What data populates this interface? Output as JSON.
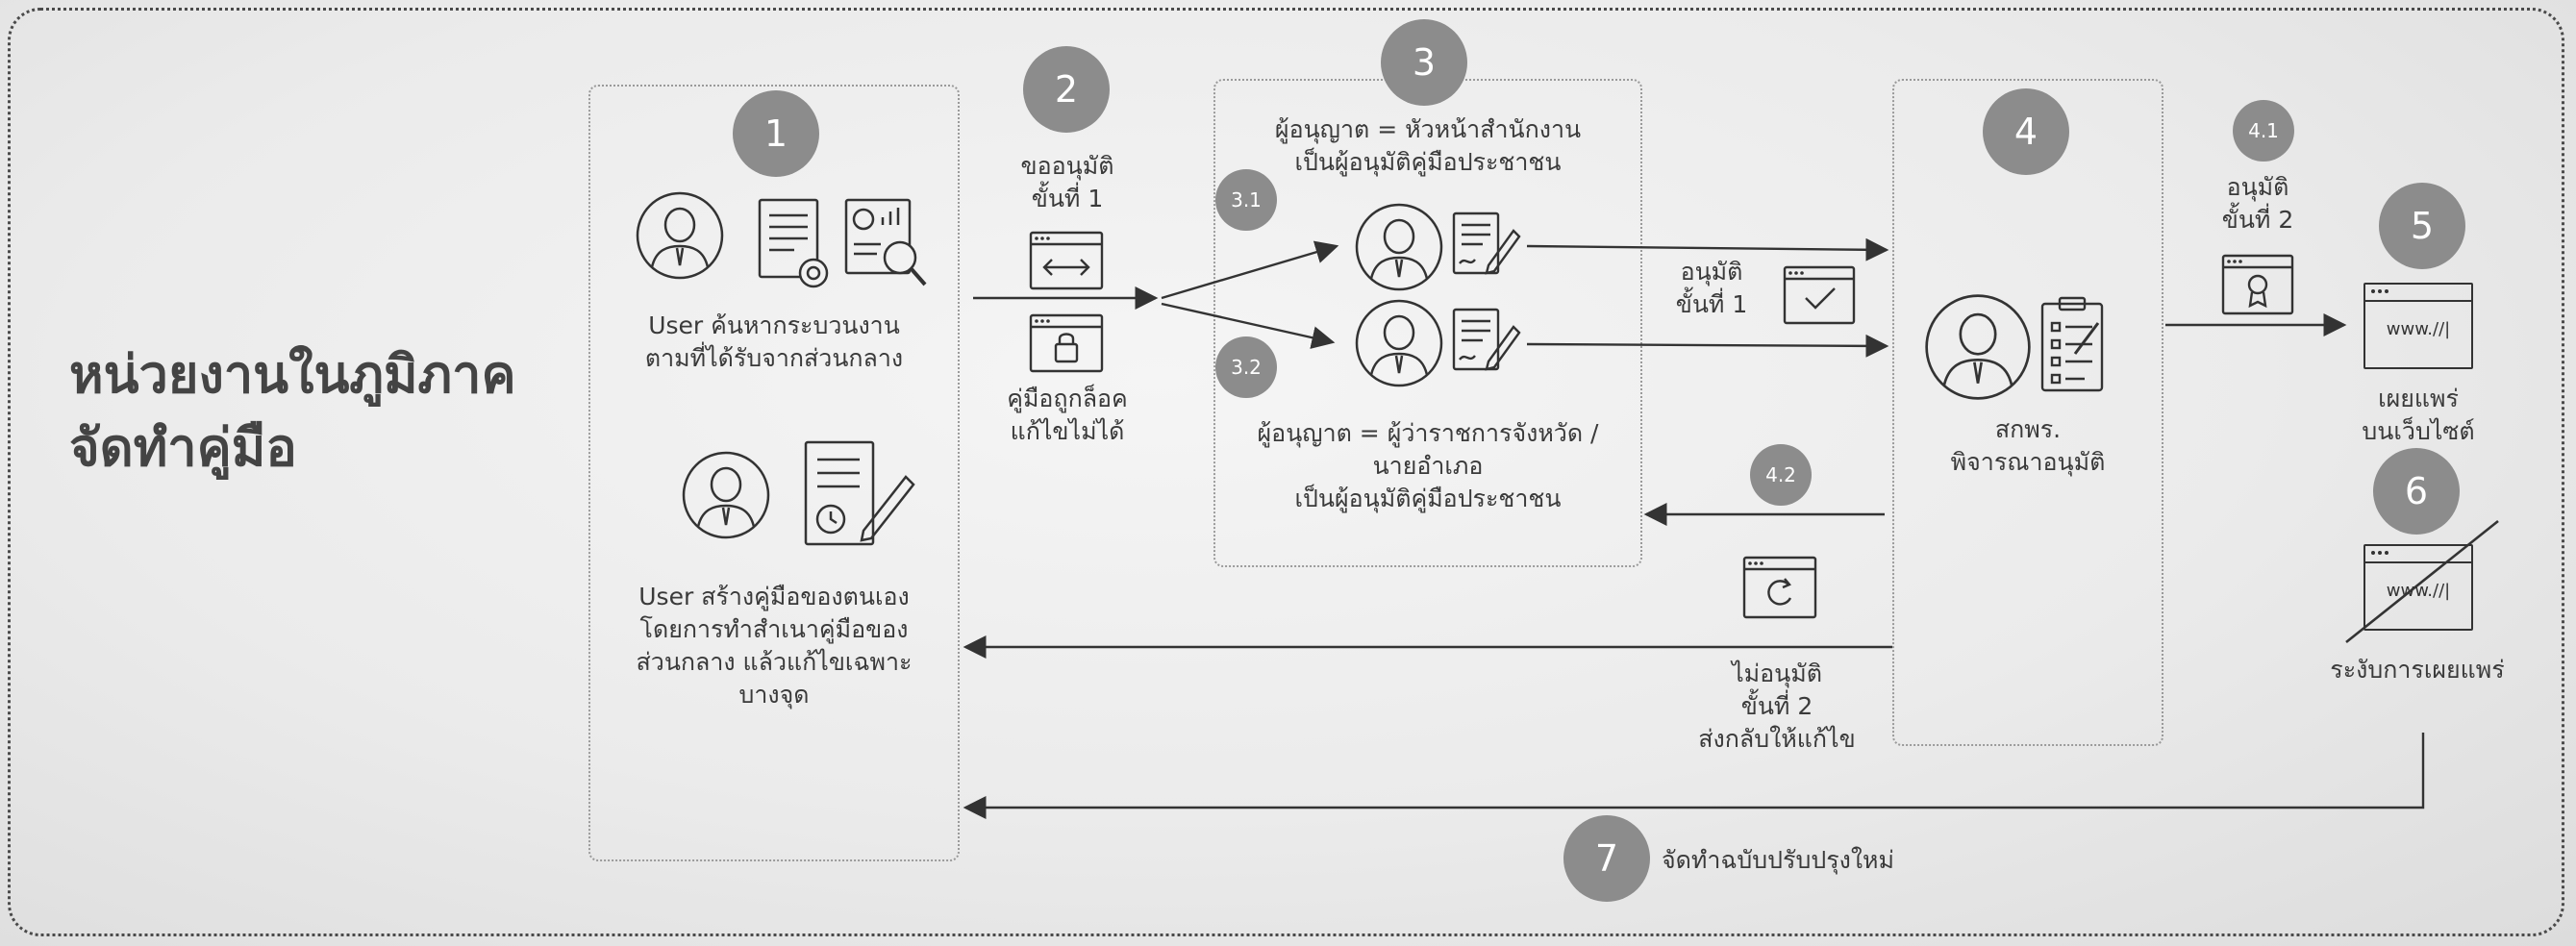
{
  "title": "หน่วยงานในภูมิภาค\nจัดทำคู่มือ",
  "steps": {
    "s1": "1",
    "s2": "2",
    "s3": "3",
    "s3_1": "3.1",
    "s3_2": "3.2",
    "s4": "4",
    "s4_1": "4.1",
    "s4_2": "4.2",
    "s5": "5",
    "s6": "6",
    "s7": "7"
  },
  "labels": {
    "user_search": "User ค้นหากระบวนงาน\nตามที่ได้รับจากส่วนกลาง",
    "user_create": "User สร้างคู่มือของตนเอง\nโดยการทำสำเนาคู่มือของ\nส่วนกลาง แล้วแก้ไขเฉพาะ\nบางจุด",
    "request_approval": "ขออนุมัติ\nขั้นที่ 1",
    "manual_locked": "คู่มือถูกล็อค\nแก้ไขไม่ได้",
    "approver_head": "ผู้อนุญาต = หัวหน้าสำนักงาน\nเป็นผู้อนุมัติคู่มือประชาชน",
    "approver_governor": "ผู้อนุญาต = ผู้ว่าราชการจังหวัด /\nนายอำเภอ\nเป็นผู้อนุมัติคู่มือประชาชน",
    "approved_1": "อนุมัติ\nขั้นที่ 1",
    "opdc": "สกพร.\nพิจารณาอนุมัติ",
    "approved_2": "อนุมัติ\nขั้นที่ 2",
    "publish": "เผยแพร่\nบนเว็บไซต์",
    "suspend": "ระงับการเผยแพร่",
    "not_approved": "ไม่อนุมัติ\nขั้นที่ 2\nส่งกลับให้แก้ไข",
    "revise": "จัดทำฉบับปรับปรุงใหม่",
    "www": "www.//|"
  },
  "icons": [
    "user-avatar-icon",
    "document-gear-icon",
    "report-search-icon",
    "document-clock-icon",
    "document-pen-icon",
    "swap-arrows-window-icon",
    "lock-window-icon",
    "checkmark-window-icon",
    "clipboard-checklist-icon",
    "certificate-window-icon",
    "browser-www-icon",
    "refresh-window-icon"
  ],
  "colors": {
    "circle": "#8c8c8c",
    "line": "#333333",
    "panel_border": "#9a9a9a"
  }
}
